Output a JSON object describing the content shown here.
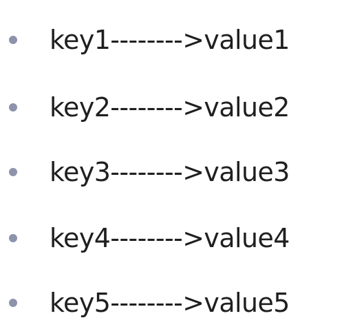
{
  "items": [
    {
      "text": "key1-------->value1"
    },
    {
      "text": "key2-------->value2"
    },
    {
      "text": "key3-------->value3"
    },
    {
      "text": "key4-------->value4"
    },
    {
      "text": "key5-------->value5"
    }
  ],
  "colors": {
    "bullet": "#8d93ab",
    "text": "#1f1f1f",
    "background": "#ffffff"
  }
}
